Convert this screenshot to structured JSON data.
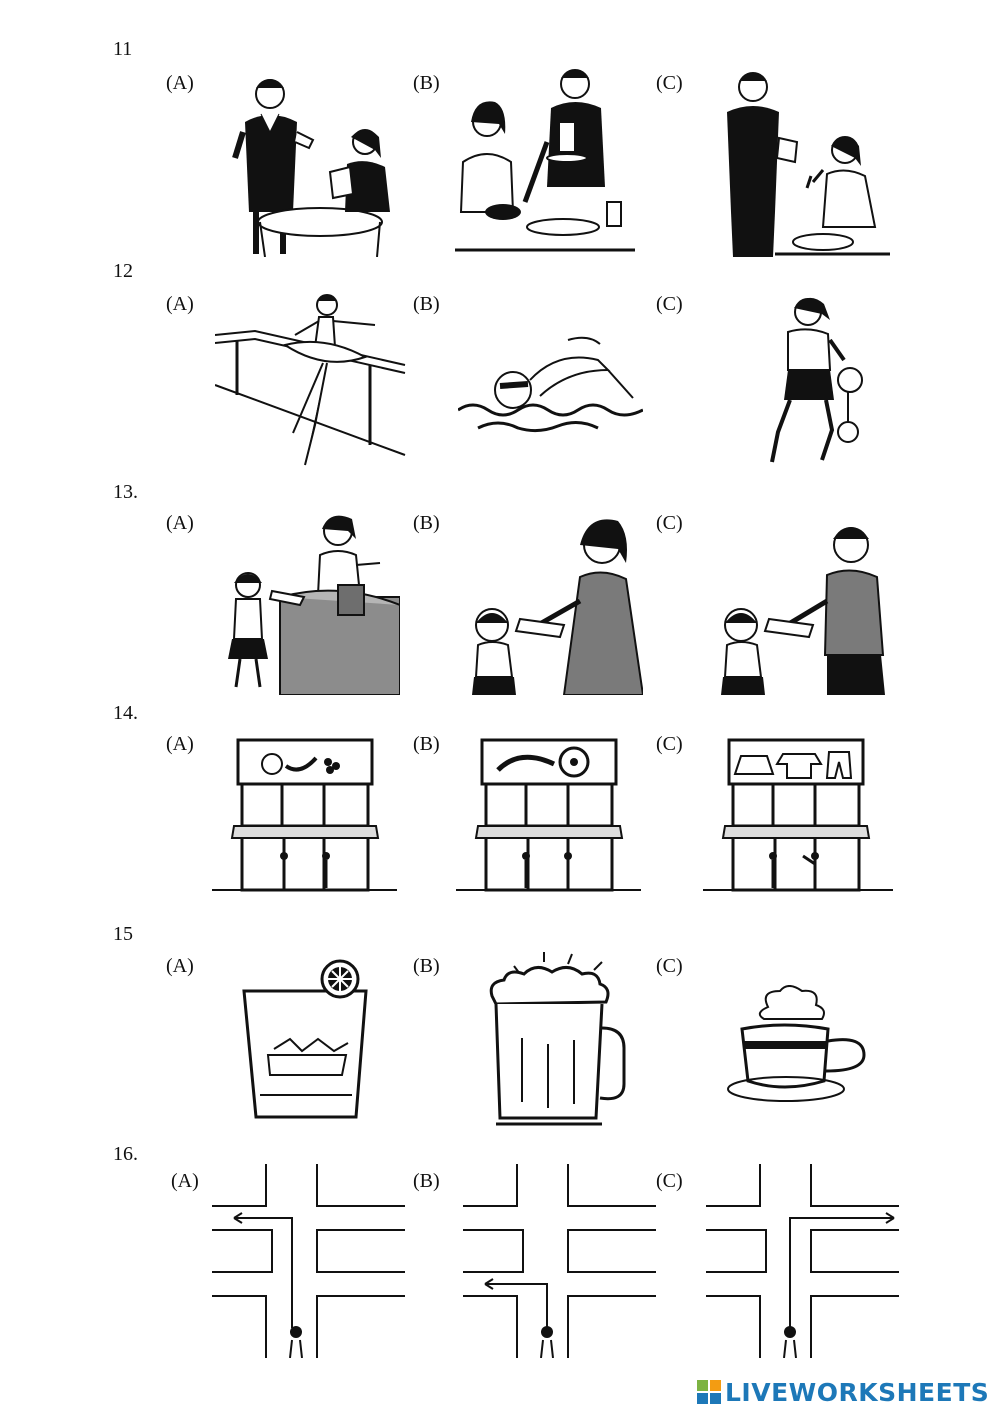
{
  "questions": [
    {
      "number": "11",
      "options": [
        "(A)",
        "(B)",
        "(C)"
      ]
    },
    {
      "number": "12",
      "options": [
        "(A)",
        "(B)",
        "(C)"
      ]
    },
    {
      "number": "13.",
      "options": [
        "(A)",
        "(B)",
        "(C)"
      ]
    },
    {
      "number": "14.",
      "options": [
        "(A)",
        "(B)",
        "(C)"
      ]
    },
    {
      "number": "15",
      "options": [
        "(A)",
        "(B)",
        "(C)"
      ]
    },
    {
      "number": "16.",
      "options": [
        "(A)",
        "(B)",
        "(C)"
      ]
    }
  ],
  "footer": {
    "brand": "LIVEWORKSHEETS"
  },
  "colors": {
    "brand_blue": "#1d78b8",
    "logo_green": "#7cb342",
    "logo_orange": "#f39c12",
    "ink": "#111111",
    "gray_fill": "#7a7a7a"
  }
}
